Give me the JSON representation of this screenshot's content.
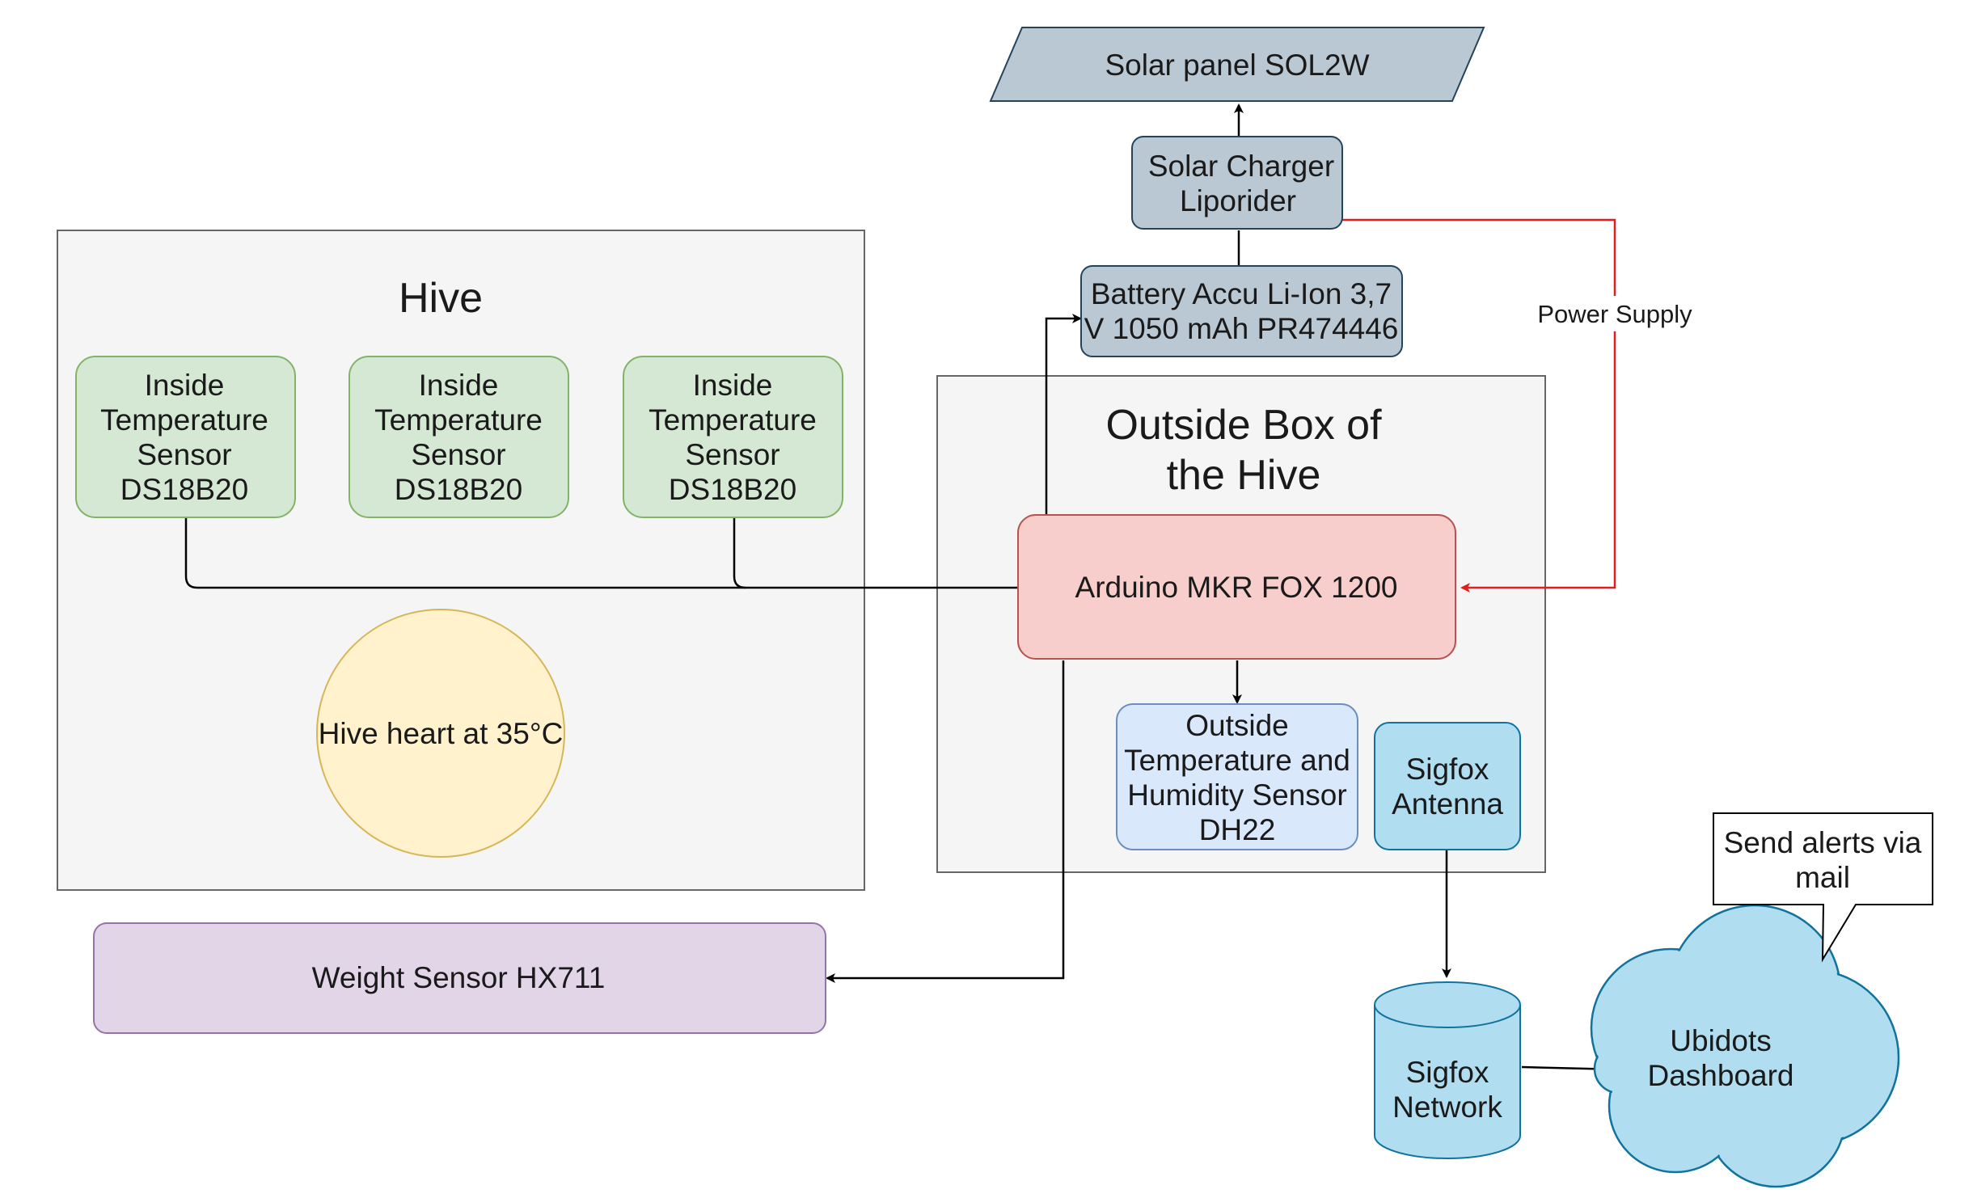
{
  "solar_panel": "Solar panel SOL2W",
  "solar_charger": [
    "Solar Charger",
    "Liporider"
  ],
  "battery": [
    "Battery Accu Li-Ion 3,7",
    "V 1050 mAh PR474446"
  ],
  "power_supply": "Power Supply",
  "hive": {
    "title": "Hive",
    "sensors": [
      [
        "Inside",
        "Temperature",
        "Sensor",
        "DS18B20"
      ],
      [
        "Inside",
        "Temperature",
        "Sensor",
        "DS18B20"
      ],
      [
        "Inside",
        "Temperature",
        "Sensor",
        "DS18B20"
      ]
    ],
    "heart": "Hive heart at 35°C"
  },
  "outside_box": {
    "title": [
      "Outside Box of",
      "the Hive"
    ],
    "arduino": "Arduino MKR FOX 1200",
    "outside_sensor": [
      "Outside",
      "Temperature and",
      "Humidity Sensor",
      "DH22"
    ],
    "antenna": [
      "Sigfox",
      "Antenna"
    ]
  },
  "weight_sensor": "Weight Sensor HX711",
  "sigfox_network": [
    "Sigfox",
    "Network"
  ],
  "ubidots": [
    "Ubidots",
    "Dashboard"
  ],
  "alerts": [
    "Send alerts via",
    "mail"
  ],
  "colors": {
    "gray_fill": "#f5f5f5",
    "green_fill": "#d5e8d4",
    "red_fill": "#f8cecc",
    "blue_fill": "#dae8fc",
    "cyan_fill": "#b1ddf0",
    "slate_fill": "#bac8d3",
    "yellow_fill": "#fff2cc",
    "purple_fill": "#e1d5e7",
    "power_line": "#e51c1c"
  }
}
